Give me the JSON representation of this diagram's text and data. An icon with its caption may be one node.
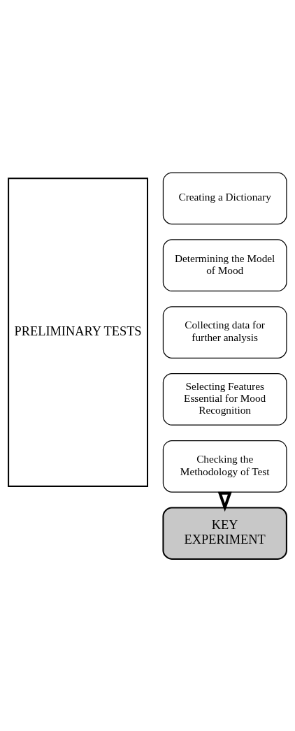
{
  "diagram": {
    "nodes": [
      {
        "text": [
          "PRELIMINARY TESTS"
        ]
      },
      {
        "text": [
          "Creating a Dictionary"
        ]
      },
      {
        "text": [
          "Determining the Model of Mood"
        ]
      },
      {
        "text": [
          "Collecting data for further analysis"
        ]
      },
      {
        "text": [
          "Selecting Features Essential for Mood Recognition"
        ]
      },
      {
        "text": [
          "Checking the Methodology of Test"
        ]
      },
      {
        "text": [
          "KEY EXPERIMENT"
        ]
      }
    ],
    "edges": [
      {
        "from": 5,
        "to": 6,
        "arrow": "to",
        "style": "thick"
      }
    ]
  }
}
